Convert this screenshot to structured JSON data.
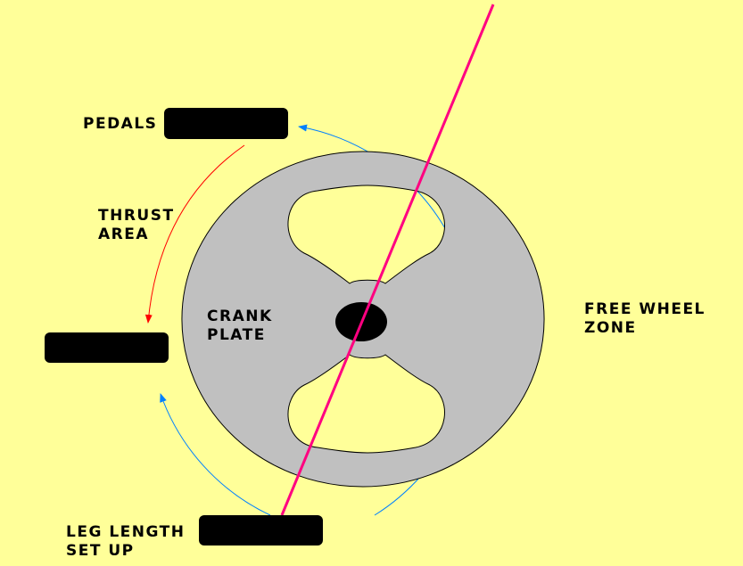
{
  "labels": {
    "pedals": "PEDALS",
    "thrust_area": [
      "THRUST",
      "AREA"
    ],
    "crank_plate": [
      "CRANK",
      "PLATE"
    ],
    "free_wheel_zone": [
      "FREE WHEEL",
      "ZONE"
    ],
    "leg_length_set_up": [
      "LEG LENGTH",
      "SET UP"
    ]
  },
  "colors": {
    "background": "#ffff99",
    "plate": "#c0c0c0",
    "outline": "#000000",
    "pedal": "#000000",
    "thrust_arrow": "#ff0000",
    "free_wheel_arrow": "#0080ff",
    "leg_line": "#ff0080"
  }
}
